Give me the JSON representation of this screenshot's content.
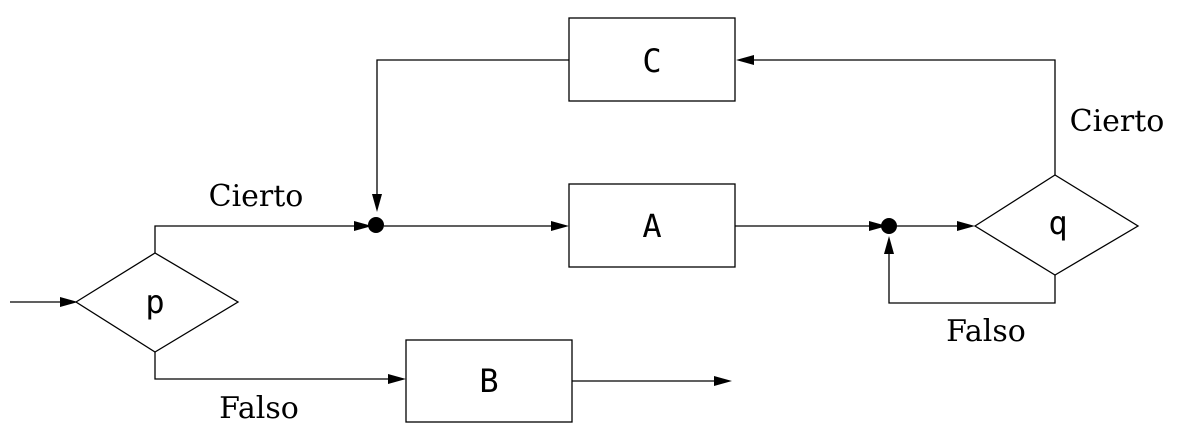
{
  "nodes": {
    "p": "p",
    "q": "q",
    "a": "A",
    "b": "B",
    "c": "C"
  },
  "edges": {
    "p_true": "Cierto",
    "p_false": "Falso",
    "q_true": "Cierto",
    "q_false": "Falso"
  },
  "colors": {
    "stroke": "#000000",
    "background": "#ffffff"
  }
}
